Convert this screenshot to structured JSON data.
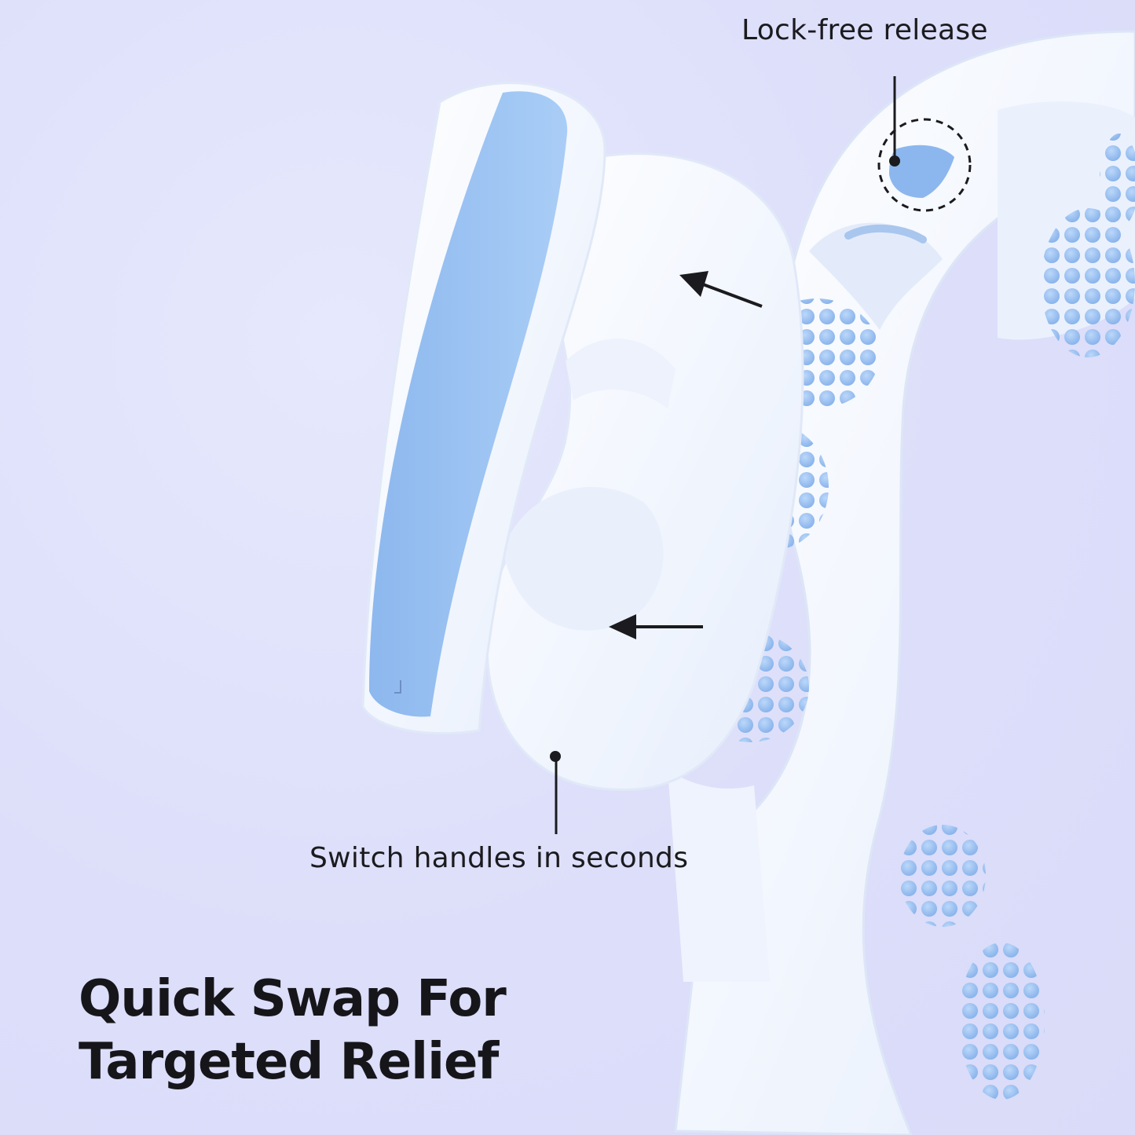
{
  "callouts": {
    "lock_free_release": "Lock-free release",
    "switch_handles": "Switch handles in seconds"
  },
  "headline": {
    "line1": "Quick Swap For",
    "line2": "Targeted Relief"
  },
  "colors": {
    "background": "#dfe1fb",
    "device_white": "#f4f8ff",
    "accent_blue": "#9cc4f2",
    "text": "#16161a"
  },
  "icons": [
    "arrow-left-icon",
    "dashed-circle-highlight-icon",
    "release-button-icon"
  ]
}
